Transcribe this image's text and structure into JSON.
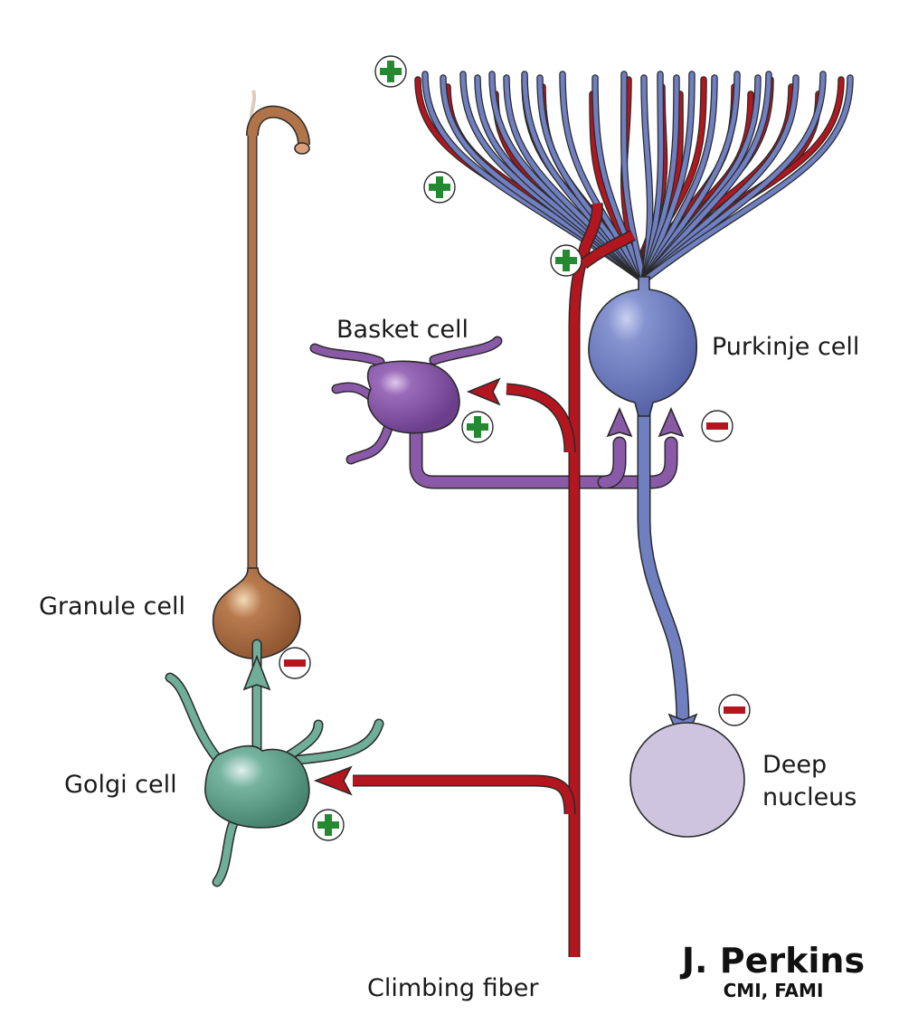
{
  "diagram": {
    "title_fragment_visible": "",
    "cells": {
      "purkinje": {
        "label": "Purkinje cell",
        "color": "#6f7fc0"
      },
      "basket": {
        "label": "Basket cell",
        "color": "#8a5aa8"
      },
      "granule": {
        "label": "Granule cell",
        "color": "#b07448"
      },
      "golgi": {
        "label": "Golgi cell",
        "color": "#6fae98"
      },
      "deep_nucleus": {
        "label_line1": "Deep",
        "label_line2": "nucleus",
        "color": "#cfc4df"
      }
    },
    "fibers": {
      "climbing": {
        "label": "Climbing fiber",
        "color": "#b3161e"
      }
    },
    "signs": {
      "excitatory": {
        "symbol": "+",
        "color": "#238a32"
      },
      "inhibitory": {
        "symbol": "−",
        "color": "#b3161e"
      }
    },
    "connections": [
      {
        "from": "Climbing fiber",
        "to": "Purkinje cell dendrites",
        "sign": "+"
      },
      {
        "from": "Climbing fiber",
        "to": "Basket cell",
        "sign": "+"
      },
      {
        "from": "Climbing fiber",
        "to": "Golgi cell",
        "sign": "+"
      },
      {
        "from": "Basket cell",
        "to": "Purkinje cell",
        "sign": "−"
      },
      {
        "from": "Golgi cell",
        "to": "Granule cell",
        "sign": "−"
      },
      {
        "from": "Purkinje cell",
        "to": "Deep nucleus",
        "sign": "−"
      }
    ],
    "signature": {
      "name": "J. Perkins",
      "credentials": "CMI, FAMI"
    }
  }
}
